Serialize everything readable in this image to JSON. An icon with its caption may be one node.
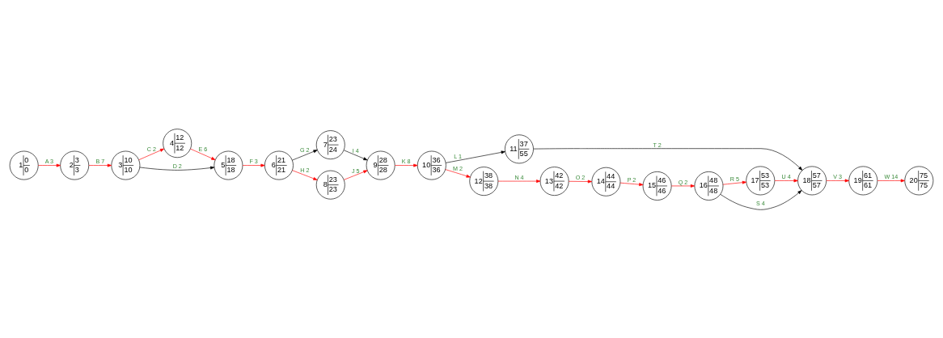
{
  "diagram": {
    "nodes": [
      {
        "text": [
          "1",
          "0",
          "0"
        ]
      },
      {
        "text": [
          "2",
          "3",
          "3"
        ]
      },
      {
        "text": [
          "3",
          "10",
          "10"
        ]
      },
      {
        "text": [
          "4",
          "12",
          "12"
        ]
      },
      {
        "text": [
          "5",
          "18",
          "18"
        ]
      },
      {
        "text": [
          "6",
          "21",
          "21"
        ]
      },
      {
        "text": [
          "7",
          "23",
          "24"
        ]
      },
      {
        "text": [
          "8",
          "23",
          "23"
        ]
      },
      {
        "text": [
          "9",
          "28",
          "28"
        ]
      },
      {
        "text": [
          "10",
          "36",
          "36"
        ]
      },
      {
        "text": [
          "11",
          "37",
          "55"
        ]
      },
      {
        "text": [
          "12",
          "38",
          "38"
        ]
      },
      {
        "text": [
          "13",
          "42",
          "42"
        ]
      },
      {
        "text": [
          "14",
          "44",
          "44"
        ]
      },
      {
        "text": [
          "15",
          "46",
          "46"
        ]
      },
      {
        "text": [
          "16",
          "48",
          "48"
        ]
      },
      {
        "text": [
          "17",
          "53",
          "53"
        ]
      },
      {
        "text": [
          "18",
          "57",
          "57"
        ]
      },
      {
        "text": [
          "19",
          "61",
          "61"
        ]
      },
      {
        "text": [
          "20",
          "75",
          "75"
        ]
      }
    ],
    "edges": [
      {
        "from": 0,
        "to": 1,
        "arrow": "to",
        "label": "A 3"
      },
      {
        "from": 1,
        "to": 2,
        "arrow": "to",
        "label": "B 7"
      },
      {
        "from": 2,
        "to": 3,
        "arrow": "to",
        "label": "C 2"
      },
      {
        "from": 2,
        "to": 4,
        "arrow": "to",
        "label": "D 2",
        "color": "#000000"
      },
      {
        "from": 3,
        "to": 4,
        "arrow": "to",
        "label": "E 6"
      },
      {
        "from": 4,
        "to": 5,
        "arrow": "to",
        "label": "F 3"
      },
      {
        "from": 5,
        "to": 6,
        "arrow": "to",
        "label": "G 2",
        "color": "#000000"
      },
      {
        "from": 5,
        "to": 7,
        "arrow": "to",
        "label": "H 2"
      },
      {
        "from": 6,
        "to": 8,
        "arrow": "to",
        "label": "I 4",
        "color": "#000000"
      },
      {
        "from": 7,
        "to": 8,
        "arrow": "to",
        "label": "J 5"
      },
      {
        "from": 8,
        "to": 9,
        "arrow": "to",
        "label": "K 8"
      },
      {
        "from": 9,
        "to": 10,
        "arrow": "to",
        "label": "L 1",
        "color": "#000000"
      },
      {
        "from": 9,
        "to": 11,
        "arrow": "to",
        "label": "M 2"
      },
      {
        "from": 10,
        "to": 17,
        "arrow": "to",
        "label": "T 2",
        "color": "#000000"
      },
      {
        "from": 11,
        "to": 12,
        "arrow": "to",
        "label": "N 4"
      },
      {
        "from": 12,
        "to": 13,
        "arrow": "to",
        "label": "O 2"
      },
      {
        "from": 13,
        "to": 14,
        "arrow": "to",
        "label": "P 2"
      },
      {
        "from": 14,
        "to": 15,
        "arrow": "to",
        "label": "Q 2"
      },
      {
        "from": 15,
        "to": 17,
        "arrow": "to",
        "label": "S 4",
        "color": "#000000"
      },
      {
        "from": 15,
        "to": 16,
        "arrow": "to",
        "label": "R 5"
      },
      {
        "from": 16,
        "to": 17,
        "arrow": "to",
        "label": "U 4"
      },
      {
        "from": 17,
        "to": 18,
        "arrow": "to",
        "label": "V 3"
      },
      {
        "from": 18,
        "to": 19,
        "arrow": "to",
        "label": "W 14"
      }
    ]
  }
}
